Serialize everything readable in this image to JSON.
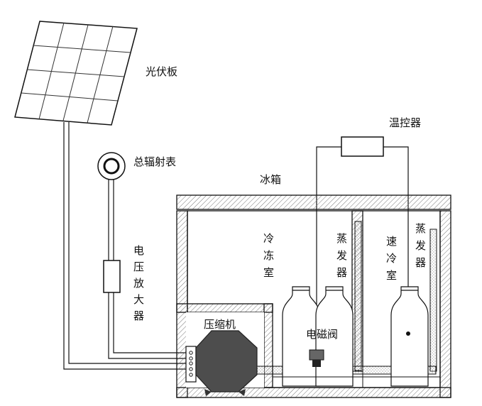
{
  "labels": {
    "solar_panel": "光伏板",
    "radiometer": "总辐射表",
    "thermostat": "温控器",
    "fridge": "冰箱",
    "amplifier": [
      "电",
      "压",
      "放",
      "大",
      "器"
    ],
    "freezer": [
      "冷",
      "冻",
      "室"
    ],
    "evaporator_left": [
      "蒸",
      "发",
      "器"
    ],
    "quick_freeze": [
      "速",
      "冷",
      "室"
    ],
    "evaporator_right": [
      "蒸",
      "发",
      "器"
    ],
    "compressor": "压缩机",
    "solenoid_valve": "电磁阀"
  },
  "colors": {
    "line": "#111111",
    "compressor": "#4d4d4d",
    "hatch": "#777777"
  }
}
